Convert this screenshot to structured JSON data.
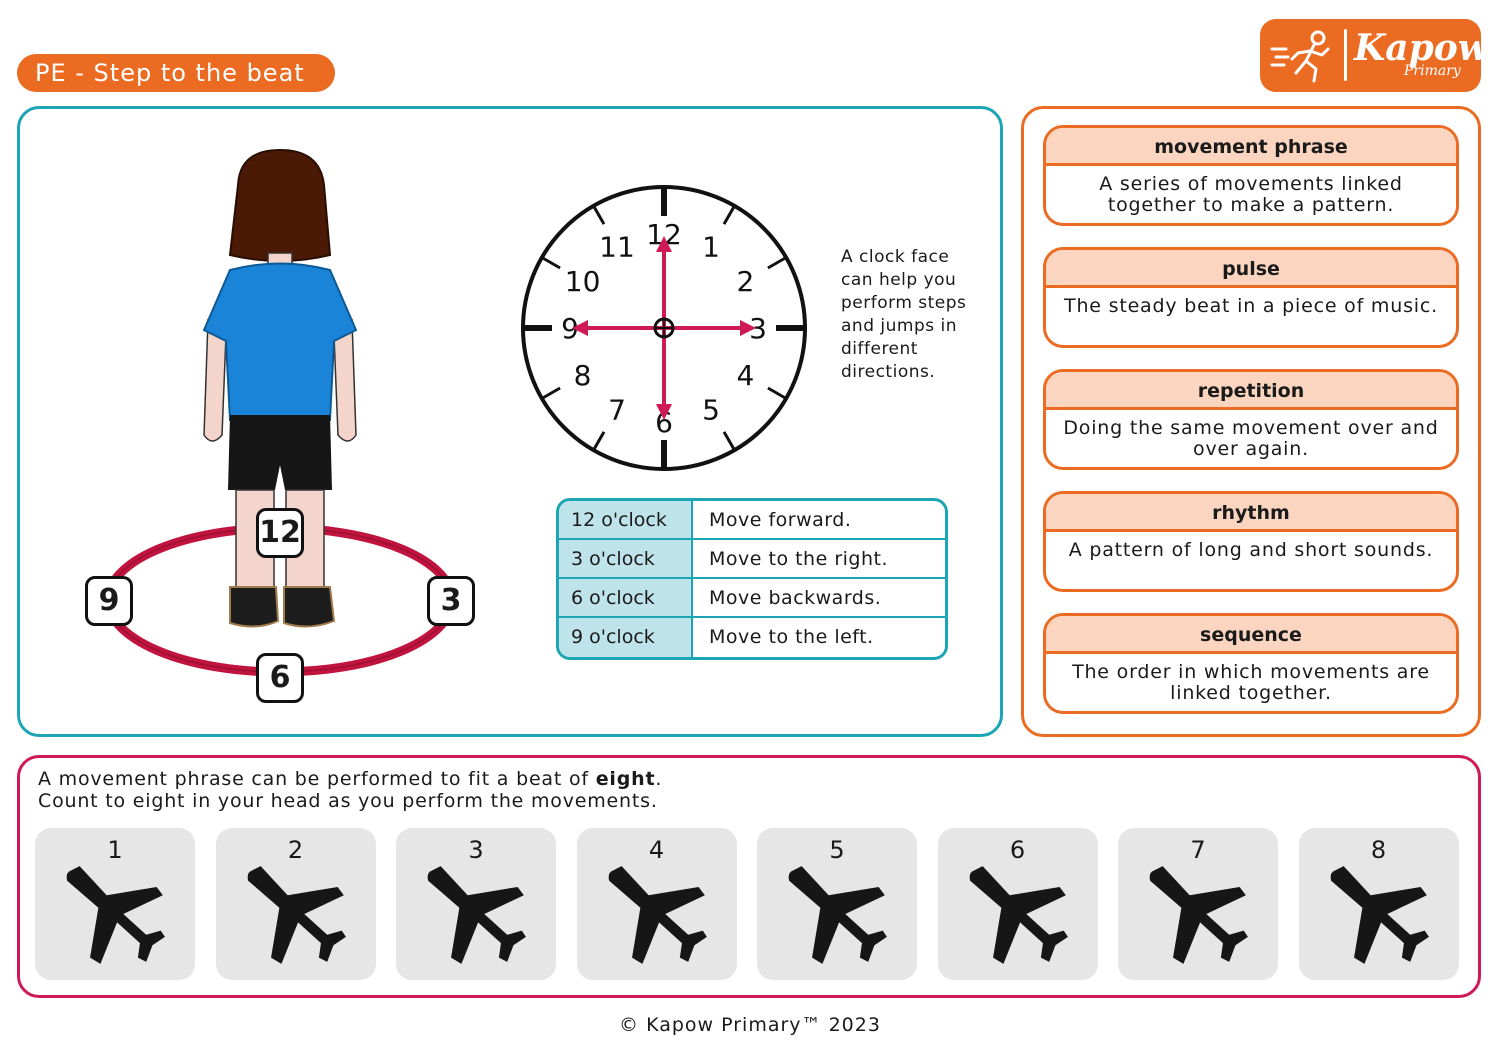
{
  "header": {
    "title": "PE - Step to the beat"
  },
  "logo": {
    "brand": "Kapow",
    "sub": "Primary"
  },
  "figure": {
    "hoop_labels": {
      "front": "12",
      "right": "3",
      "back": "6",
      "left": "9"
    }
  },
  "clock": {
    "numbers": [
      "12",
      "1",
      "2",
      "3",
      "4",
      "5",
      "6",
      "7",
      "8",
      "9",
      "10",
      "11"
    ],
    "note": "A clock face can help you perform steps and jumps in different directions."
  },
  "directions": [
    {
      "time": "12 o'clock",
      "move": "Move forward."
    },
    {
      "time": "3 o'clock",
      "move": "Move to the right."
    },
    {
      "time": "6 o'clock",
      "move": "Move backwards."
    },
    {
      "time": "9 o'clock",
      "move": "Move to the left."
    }
  ],
  "vocabulary": [
    {
      "term": "movement phrase",
      "definition": "A series of movements linked together to make a pattern."
    },
    {
      "term": "pulse",
      "definition": "The steady beat in a piece of music."
    },
    {
      "term": "repetition",
      "definition": "Doing the same movement over and over again."
    },
    {
      "term": "rhythm",
      "definition": "A pattern of long and short sounds."
    },
    {
      "term": "sequence",
      "definition": "The order in which movements are linked together."
    }
  ],
  "beat": {
    "line1_start": "A movement phrase can be performed to fit a beat of ",
    "line1_bold": "eight",
    "line1_end": ".",
    "line2": "Count to eight in your head as you perform the movements.",
    "counts": [
      "1",
      "2",
      "3",
      "4",
      "5",
      "6",
      "7",
      "8"
    ],
    "icon": "airplane-icon"
  },
  "footer": {
    "copyright": "© Kapow Primary™ 2023"
  },
  "colors": {
    "orange": "#ec6b22",
    "teal": "#1ba5b5",
    "crimson": "#d01a55",
    "peach": "#fbd5c0",
    "light_teal": "#bfe3ea"
  }
}
